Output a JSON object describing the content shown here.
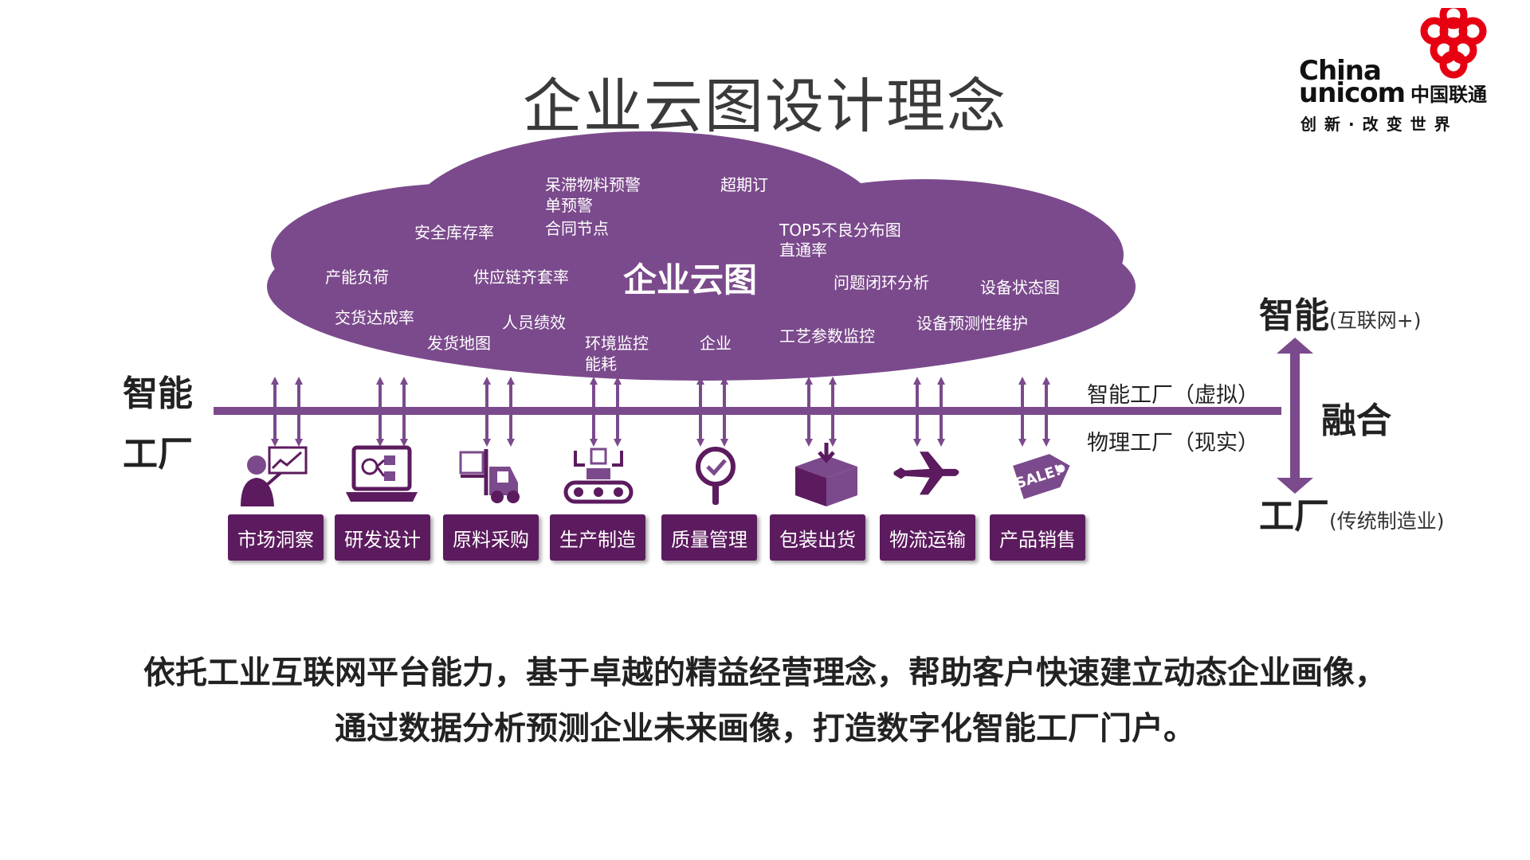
{
  "title": "企业云图设计理念",
  "logo": {
    "line1": "China",
    "line2": "unicom",
    "cn": "中国联通",
    "slogan": "创新·改变世界"
  },
  "cloud": {
    "center": "企业云图",
    "items": [
      "呆滞物料预警",
      "单预警",
      "合同节点",
      "超期订",
      "安全库存率",
      "TOP5不良分布图",
      "直通率",
      "产能负荷",
      "供应链齐套率",
      "问题闭环分析",
      "设备状态图",
      "交货达成率",
      "人员绩效",
      "设备预测性维护",
      "工艺参数监控",
      "发货地图",
      "环境监控",
      "能耗",
      "企业"
    ]
  },
  "left_label": {
    "line1": "智能",
    "line2": "工厂"
  },
  "right": {
    "top_big": "智能",
    "top_small": "(互联网+)",
    "virtual": "智能工厂（虚拟）",
    "physical": "物理工厂（现实）",
    "fusion": "融合",
    "bottom_big": "工厂",
    "bottom_small": "(传统制造业)"
  },
  "stages": [
    {
      "label": "市场洞察",
      "icon": "presenter-chart-icon"
    },
    {
      "label": "研发设计",
      "icon": "laptop-circuit-icon"
    },
    {
      "label": "原料采购",
      "icon": "forklift-icon"
    },
    {
      "label": "生产制造",
      "icon": "conveyor-robot-icon"
    },
    {
      "label": "质量管理",
      "icon": "quality-magnifier-icon"
    },
    {
      "label": "包装出货",
      "icon": "package-box-icon"
    },
    {
      "label": "物流运输",
      "icon": "airplane-icon"
    },
    {
      "label": "产品销售",
      "icon": "sale-tag-icon"
    }
  ],
  "sale_tag_text": "SALE!",
  "bottom": {
    "line1": "依托工业互联网平台能力，基于卓越的精益经营理念，帮助客户快速建立动态企业画像，",
    "line2": "通过数据分析预测企业未来画像，打造数字化智能工厂门户。"
  },
  "colors": {
    "purple": "#7b4a8c",
    "dark_purple": "#5c1b5e",
    "logo_red": "#e60012"
  }
}
